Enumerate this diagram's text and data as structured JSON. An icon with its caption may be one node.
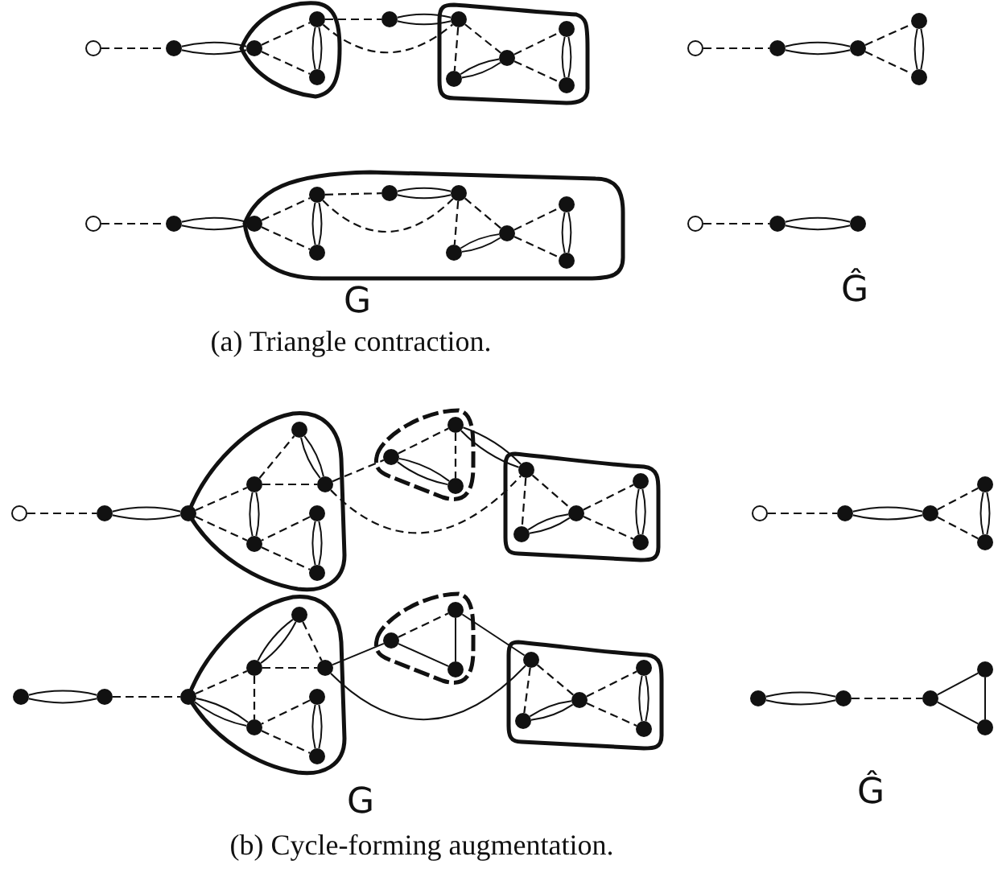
{
  "diagram": {
    "nodes": [
      {
        "text": [],
        "shape": "circle"
      },
      {
        "text": [],
        "shape": "dot"
      },
      {
        "text": [],
        "shape": "dot"
      },
      {
        "text": [],
        "shape": "dot"
      },
      {
        "text": [],
        "shape": "dot"
      },
      {
        "text": [],
        "shape": "dot"
      },
      {
        "text": [],
        "shape": "dot"
      },
      {
        "text": [],
        "shape": "dot"
      },
      {
        "text": [],
        "shape": "dot"
      },
      {
        "text": [],
        "shape": "dot"
      },
      {
        "text": [],
        "shape": "dot"
      },
      {
        "text": [],
        "shape": "circle"
      },
      {
        "text": [],
        "shape": "dot"
      },
      {
        "text": [],
        "shape": "dot"
      },
      {
        "text": [],
        "shape": "dot"
      },
      {
        "text": [],
        "shape": "dot"
      },
      {
        "text": [],
        "shape": "circle"
      },
      {
        "text": [],
        "shape": "dot"
      },
      {
        "text": [],
        "shape": "dot"
      },
      {
        "text": [],
        "shape": "dot"
      },
      {
        "text": [],
        "shape": "dot"
      },
      {
        "text": [],
        "shape": "dot"
      },
      {
        "text": [],
        "shape": "dot"
      },
      {
        "text": [],
        "shape": "dot"
      },
      {
        "text": [],
        "shape": "dot"
      },
      {
        "text": [],
        "shape": "dot"
      },
      {
        "text": [],
        "shape": "dot"
      },
      {
        "text": [],
        "shape": "circle"
      },
      {
        "text": [],
        "shape": "dot"
      },
      {
        "text": [],
        "shape": "dot"
      },
      {
        "text": [],
        "shape": "circle"
      },
      {
        "text": [],
        "shape": "dot"
      },
      {
        "text": [],
        "shape": "dot"
      },
      {
        "text": [],
        "shape": "dot"
      },
      {
        "text": [],
        "shape": "dot"
      },
      {
        "text": [],
        "shape": "dot"
      },
      {
        "text": [],
        "shape": "dot"
      },
      {
        "text": [],
        "shape": "dot"
      },
      {
        "text": [],
        "shape": "dot"
      },
      {
        "text": [],
        "shape": "dot"
      },
      {
        "text": [],
        "shape": "dot"
      },
      {
        "text": [],
        "shape": "dot"
      },
      {
        "text": [],
        "shape": "dot"
      },
      {
        "text": [],
        "shape": "dot"
      },
      {
        "text": [],
        "shape": "dot"
      },
      {
        "text": [],
        "shape": "dot"
      },
      {
        "text": [],
        "shape": "dot"
      },
      {
        "text": [],
        "shape": "circle"
      },
      {
        "text": [],
        "shape": "dot"
      },
      {
        "text": [],
        "shape": "dot"
      },
      {
        "text": [],
        "shape": "dot"
      },
      {
        "text": [],
        "shape": "dot"
      },
      {
        "text": [],
        "shape": "dot"
      },
      {
        "text": [],
        "shape": "dot"
      },
      {
        "text": [],
        "shape": "dot"
      },
      {
        "text": [],
        "shape": "dot"
      },
      {
        "text": [],
        "shape": "dot"
      },
      {
        "text": [],
        "shape": "dot"
      },
      {
        "text": [],
        "shape": "dot"
      },
      {
        "text": [],
        "shape": "dot"
      },
      {
        "text": [],
        "shape": "dot"
      },
      {
        "text": [],
        "shape": "dot"
      },
      {
        "text": [],
        "shape": "dot"
      },
      {
        "text": [],
        "shape": "dot"
      },
      {
        "text": [],
        "shape": "dot"
      },
      {
        "text": [],
        "shape": "dot"
      },
      {
        "text": [],
        "shape": "dot"
      },
      {
        "text": [],
        "shape": "dot"
      },
      {
        "text": [],
        "shape": "dot"
      },
      {
        "text": [],
        "shape": "dot"
      },
      {
        "text": [],
        "shape": "dot"
      },
      {
        "text": [],
        "shape": "dot"
      },
      {
        "text": [],
        "shape": "dot"
      },
      {
        "text": [],
        "shape": "dot"
      }
    ],
    "edges": [
      {
        "from": 0,
        "to": 1,
        "arrow": "none",
        "style": "dashed"
      },
      {
        "from": 1,
        "to": 2,
        "arrow": "none"
      },
      {
        "from": 1,
        "to": 2,
        "arrow": "none"
      },
      {
        "from": 2,
        "to": 3,
        "arrow": "none",
        "style": "dashed"
      },
      {
        "from": 2,
        "to": 4,
        "arrow": "none",
        "style": "dashed"
      },
      {
        "from": 3,
        "to": 4,
        "arrow": "none"
      },
      {
        "from": 3,
        "to": 4,
        "arrow": "none"
      },
      {
        "from": 3,
        "to": 5,
        "arrow": "none",
        "style": "dashed"
      },
      {
        "from": 5,
        "to": 6,
        "arrow": "none"
      },
      {
        "from": 5,
        "to": 6,
        "arrow": "none"
      },
      {
        "from": 3,
        "to": 6,
        "arrow": "none",
        "style": "dashed"
      },
      {
        "from": 6,
        "to": 7,
        "arrow": "none",
        "style": "dashed"
      },
      {
        "from": 6,
        "to": 8,
        "arrow": "none",
        "style": "dashed"
      },
      {
        "from": 7,
        "to": 8,
        "arrow": "none"
      },
      {
        "from": 7,
        "to": 8,
        "arrow": "none"
      },
      {
        "from": 8,
        "to": 9,
        "arrow": "none",
        "style": "dashed"
      },
      {
        "from": 8,
        "to": 10,
        "arrow": "none",
        "style": "dashed"
      },
      {
        "from": 9,
        "to": 10,
        "arrow": "none"
      },
      {
        "from": 9,
        "to": 10,
        "arrow": "none"
      },
      {
        "from": 11,
        "to": 12,
        "arrow": "none",
        "style": "dashed"
      },
      {
        "from": 12,
        "to": 13,
        "arrow": "none"
      },
      {
        "from": 12,
        "to": 13,
        "arrow": "none"
      },
      {
        "from": 13,
        "to": 14,
        "arrow": "none",
        "style": "dashed"
      },
      {
        "from": 13,
        "to": 15,
        "arrow": "none",
        "style": "dashed"
      },
      {
        "from": 14,
        "to": 15,
        "arrow": "none"
      },
      {
        "from": 14,
        "to": 15,
        "arrow": "none"
      },
      {
        "from": 16,
        "to": 17,
        "arrow": "none",
        "style": "dashed"
      },
      {
        "from": 17,
        "to": 18,
        "arrow": "none"
      },
      {
        "from": 17,
        "to": 18,
        "arrow": "none"
      },
      {
        "from": 18,
        "to": 19,
        "arrow": "none",
        "style": "dashed"
      },
      {
        "from": 18,
        "to": 20,
        "arrow": "none",
        "style": "dashed"
      },
      {
        "from": 19,
        "to": 20,
        "arrow": "none"
      },
      {
        "from": 19,
        "to": 20,
        "arrow": "none"
      },
      {
        "from": 19,
        "to": 21,
        "arrow": "none",
        "style": "dashed"
      },
      {
        "from": 21,
        "to": 22,
        "arrow": "none"
      },
      {
        "from": 21,
        "to": 22,
        "arrow": "none"
      },
      {
        "from": 19,
        "to": 22,
        "arrow": "none",
        "style": "dashed"
      },
      {
        "from": 22,
        "to": 23,
        "arrow": "none",
        "style": "dashed"
      },
      {
        "from": 22,
        "to": 24,
        "arrow": "none",
        "style": "dashed"
      },
      {
        "from": 23,
        "to": 24,
        "arrow": "none"
      },
      {
        "from": 23,
        "to": 24,
        "arrow": "none"
      },
      {
        "from": 24,
        "to": 25,
        "arrow": "none",
        "style": "dashed"
      },
      {
        "from": 24,
        "to": 26,
        "arrow": "none",
        "style": "dashed"
      },
      {
        "from": 25,
        "to": 26,
        "arrow": "none"
      },
      {
        "from": 25,
        "to": 26,
        "arrow": "none"
      },
      {
        "from": 27,
        "to": 28,
        "arrow": "none",
        "style": "dashed"
      },
      {
        "from": 28,
        "to": 29,
        "arrow": "none"
      },
      {
        "from": 28,
        "to": 29,
        "arrow": "none"
      },
      {
        "from": 30,
        "to": 31,
        "arrow": "none",
        "style": "dashed"
      },
      {
        "from": 31,
        "to": 32,
        "arrow": "none"
      },
      {
        "from": 31,
        "to": 32,
        "arrow": "none"
      },
      {
        "from": 32,
        "to": 34,
        "arrow": "none",
        "style": "dashed"
      },
      {
        "from": 32,
        "to": 37,
        "arrow": "none",
        "style": "dashed"
      },
      {
        "from": 34,
        "to": 33,
        "arrow": "none",
        "style": "dashed"
      },
      {
        "from": 33,
        "to": 35,
        "arrow": "none"
      },
      {
        "from": 33,
        "to": 35,
        "arrow": "none"
      },
      {
        "from": 34,
        "to": 35,
        "arrow": "none",
        "style": "dashed"
      },
      {
        "from": 34,
        "to": 37,
        "arrow": "none"
      },
      {
        "from": 34,
        "to": 37,
        "arrow": "none"
      },
      {
        "from": 36,
        "to": 37,
        "arrow": "none",
        "style": "dashed"
      },
      {
        "from": 36,
        "to": 38,
        "arrow": "none"
      },
      {
        "from": 36,
        "to": 38,
        "arrow": "none"
      },
      {
        "from": 37,
        "to": 38,
        "arrow": "none",
        "style": "dashed"
      },
      {
        "from": 35,
        "to": 39,
        "arrow": "none",
        "style": "dashed"
      },
      {
        "from": 39,
        "to": 40,
        "arrow": "none",
        "style": "dashed"
      },
      {
        "from": 39,
        "to": 41,
        "arrow": "none"
      },
      {
        "from": 39,
        "to": 41,
        "arrow": "none"
      },
      {
        "from": 40,
        "to": 41,
        "arrow": "none",
        "style": "dashed"
      },
      {
        "from": 40,
        "to": 42,
        "arrow": "none"
      },
      {
        "from": 40,
        "to": 42,
        "arrow": "none"
      },
      {
        "from": 35,
        "to": 42,
        "arrow": "none",
        "style": "dashed"
      },
      {
        "from": 42,
        "to": 44,
        "arrow": "none",
        "style": "dashed"
      },
      {
        "from": 42,
        "to": 43,
        "arrow": "none",
        "style": "dashed"
      },
      {
        "from": 44,
        "to": 43,
        "arrow": "none"
      },
      {
        "from": 44,
        "to": 43,
        "arrow": "none"
      },
      {
        "from": 43,
        "to": 45,
        "arrow": "none",
        "style": "dashed"
      },
      {
        "from": 43,
        "to": 46,
        "arrow": "none",
        "style": "dashed"
      },
      {
        "from": 45,
        "to": 46,
        "arrow": "none"
      },
      {
        "from": 45,
        "to": 46,
        "arrow": "none"
      },
      {
        "from": 47,
        "to": 48,
        "arrow": "none",
        "style": "dashed"
      },
      {
        "from": 48,
        "to": 49,
        "arrow": "none"
      },
      {
        "from": 48,
        "to": 49,
        "arrow": "none"
      },
      {
        "from": 49,
        "to": 50,
        "arrow": "none",
        "style": "dashed"
      },
      {
        "from": 49,
        "to": 51,
        "arrow": "none",
        "style": "dashed"
      },
      {
        "from": 50,
        "to": 51,
        "arrow": "none"
      },
      {
        "from": 50,
        "to": 51,
        "arrow": "none"
      },
      {
        "from": 52,
        "to": 53,
        "arrow": "none"
      },
      {
        "from": 52,
        "to": 53,
        "arrow": "none"
      },
      {
        "from": 53,
        "to": 54,
        "arrow": "none",
        "style": "dashed"
      },
      {
        "from": 54,
        "to": 56,
        "arrow": "none",
        "style": "dashed"
      },
      {
        "from": 54,
        "to": 59,
        "arrow": "none"
      },
      {
        "from": 54,
        "to": 59,
        "arrow": "none"
      },
      {
        "from": 56,
        "to": 55,
        "arrow": "none"
      },
      {
        "from": 56,
        "to": 55,
        "arrow": "none"
      },
      {
        "from": 55,
        "to": 57,
        "arrow": "none",
        "style": "dashed"
      },
      {
        "from": 56,
        "to": 57,
        "arrow": "none",
        "style": "dashed"
      },
      {
        "from": 56,
        "to": 59,
        "arrow": "none",
        "style": "dashed"
      },
      {
        "from": 58,
        "to": 59,
        "arrow": "none",
        "style": "dashed"
      },
      {
        "from": 58,
        "to": 60,
        "arrow": "none"
      },
      {
        "from": 58,
        "to": 60,
        "arrow": "none"
      },
      {
        "from": 59,
        "to": 60,
        "arrow": "none",
        "style": "dashed"
      },
      {
        "from": 57,
        "to": 61,
        "arrow": "none"
      },
      {
        "from": 61,
        "to": 62,
        "arrow": "none",
        "style": "dashed"
      },
      {
        "from": 61,
        "to": 63,
        "arrow": "none"
      },
      {
        "from": 62,
        "to": 63,
        "arrow": "none"
      },
      {
        "from": 62,
        "to": 64,
        "arrow": "none"
      },
      {
        "from": 57,
        "to": 64,
        "arrow": "none"
      },
      {
        "from": 64,
        "to": 66,
        "arrow": "none",
        "style": "dashed"
      },
      {
        "from": 64,
        "to": 65,
        "arrow": "none",
        "style": "dashed"
      },
      {
        "from": 66,
        "to": 65,
        "arrow": "none"
      },
      {
        "from": 66,
        "to": 65,
        "arrow": "none"
      },
      {
        "from": 65,
        "to": 67,
        "arrow": "none",
        "style": "dashed"
      },
      {
        "from": 65,
        "to": 68,
        "arrow": "none",
        "style": "dashed"
      },
      {
        "from": 67,
        "to": 68,
        "arrow": "none"
      },
      {
        "from": 67,
        "to": 68,
        "arrow": "none"
      },
      {
        "from": 69,
        "to": 70,
        "arrow": "none"
      },
      {
        "from": 69,
        "to": 70,
        "arrow": "none"
      },
      {
        "from": 70,
        "to": 71,
        "arrow": "none",
        "style": "dashed"
      },
      {
        "from": 71,
        "to": 72,
        "arrow": "none"
      },
      {
        "from": 71,
        "to": 73,
        "arrow": "none"
      },
      {
        "from": 72,
        "to": 73,
        "arrow": "none"
      }
    ],
    "labels": [
      "G",
      "Ĝ",
      "(a) Triangle contraction.",
      "G",
      "Ĝ",
      "(b) Cycle-forming augmentation."
    ]
  }
}
